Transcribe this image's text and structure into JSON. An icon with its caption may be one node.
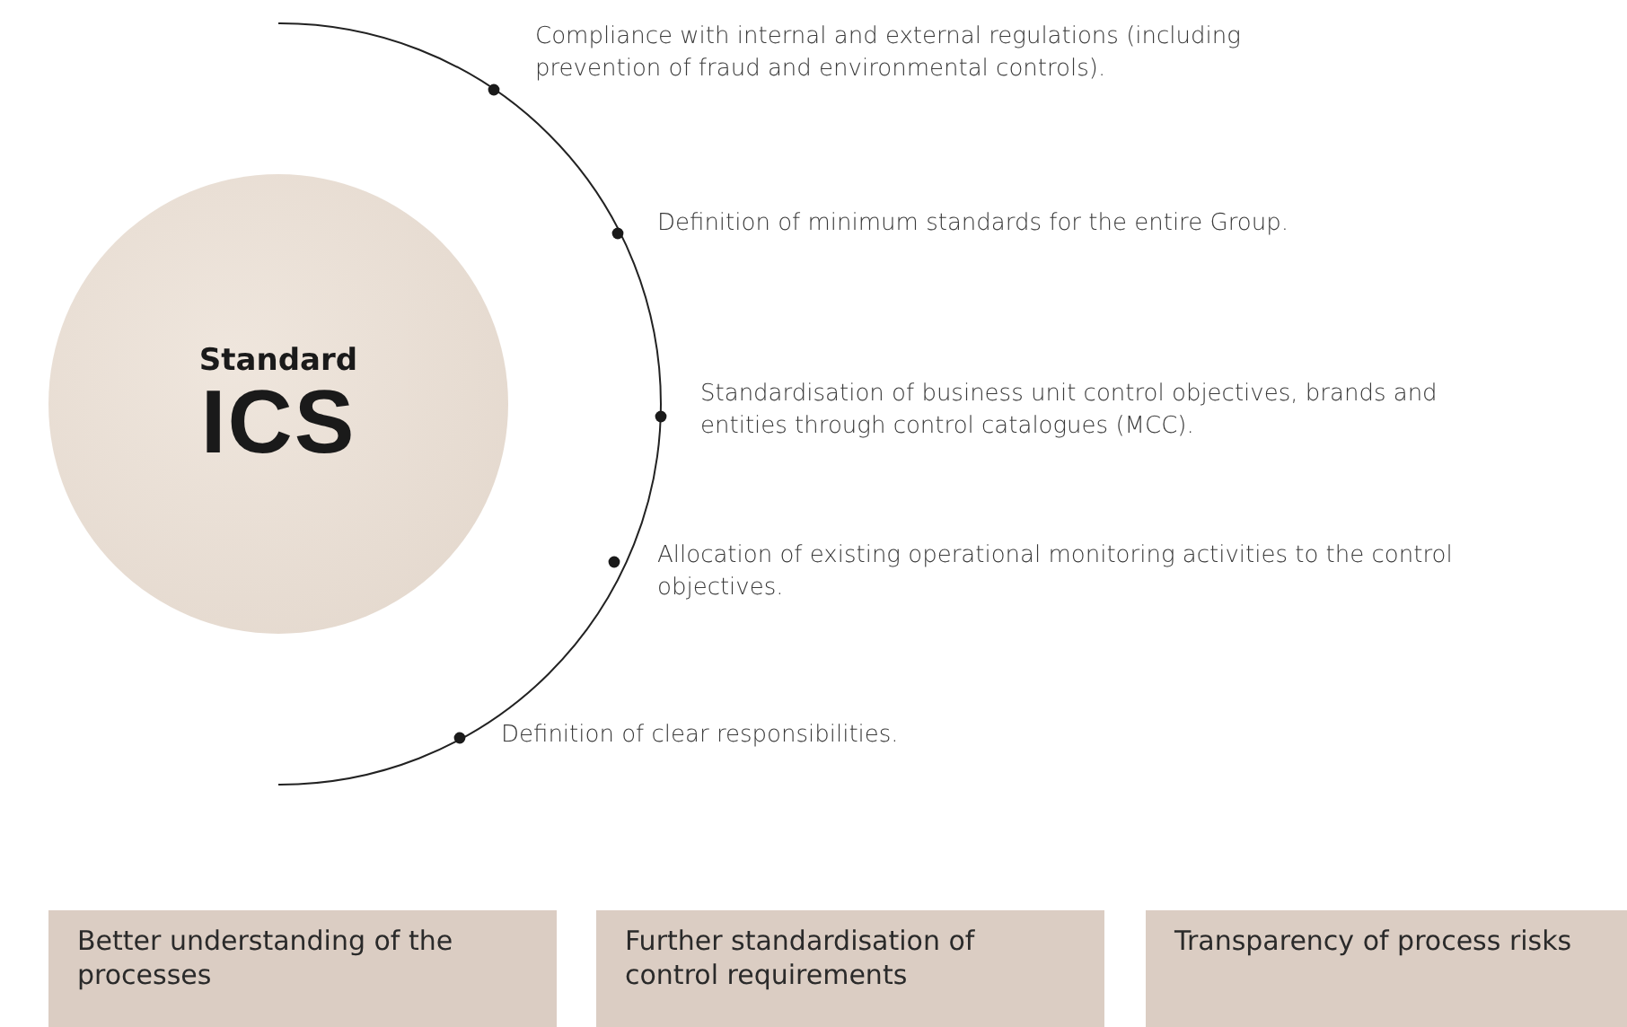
{
  "diagram": {
    "nodes": [
      {
        "text": [
          "Standard",
          "ICS"
        ]
      },
      {
        "text": [
          "Compliance with internal and external regulations (including prevention of fraud and environmental controls)."
        ]
      },
      {
        "text": [
          "Definition of minimum standards for the entire Group."
        ]
      },
      {
        "text": [
          "Standardisation of business unit control objectives, brands and entities through control catalogues (MCC)."
        ]
      },
      {
        "text": [
          "Allocation of existing operational monitoring activities to the control objectives."
        ]
      },
      {
        "text": [
          "Definition of clear responsibilities."
        ]
      },
      {
        "text": [
          "Better understanding of the processes"
        ]
      },
      {
        "text": [
          "Further standardisation of control requirements"
        ]
      },
      {
        "text": [
          "Transparency of process risks"
        ]
      }
    ]
  }
}
